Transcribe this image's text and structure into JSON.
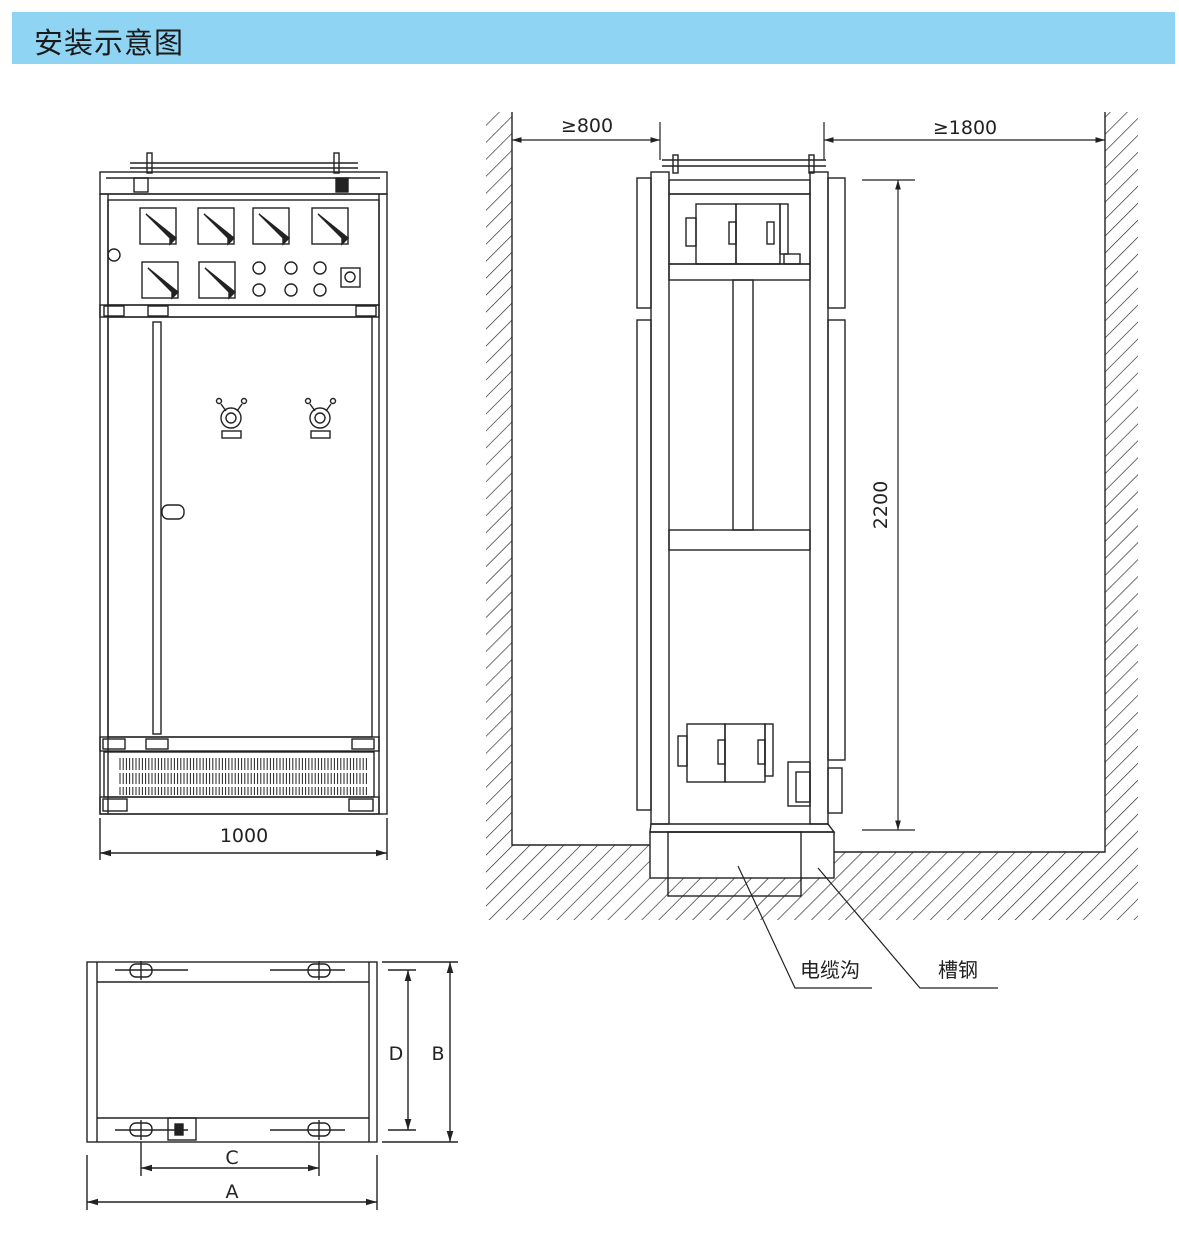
{
  "header": {
    "title": "安装示意图"
  },
  "front_view": {
    "width_label": "1000"
  },
  "side_view": {
    "clearance_left": "≥800",
    "clearance_right": "≥1800",
    "height_label": "2200",
    "cable_trench_label": "电缆沟",
    "channel_steel_label": "槽钢"
  },
  "base_plan": {
    "dim_a": "A",
    "dim_b": "B",
    "dim_c": "C",
    "dim_d": "D"
  },
  "colors": {
    "header_bg": "#8fd4f3",
    "line": "#222222"
  }
}
